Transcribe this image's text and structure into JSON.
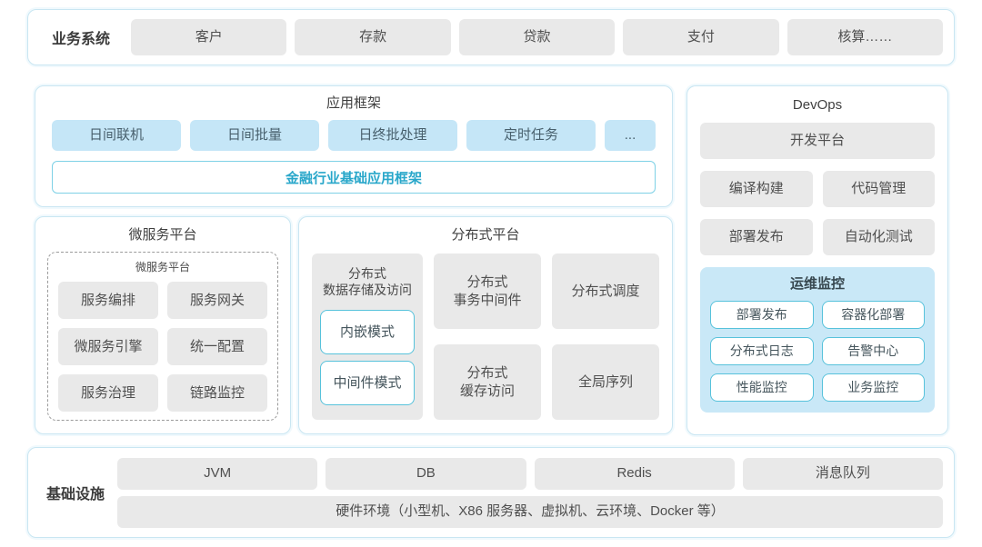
{
  "business_systems": {
    "label": "业务系统",
    "items": [
      "客户",
      "存款",
      "贷款",
      "支付",
      "核算……"
    ]
  },
  "app_framework": {
    "title": "应用框架",
    "modules": [
      "日间联机",
      "日间批量",
      "日终批处理",
      "定时任务",
      "..."
    ],
    "base_framework": "金融行业基础应用框架"
  },
  "microservice_platform": {
    "title": "微服务平台",
    "inner_label": "微服务平台",
    "items": [
      "服务编排",
      "服务网关",
      "微服务引擎",
      "统一配置",
      "服务治理",
      "链路监控"
    ]
  },
  "distributed_platform": {
    "title": "分布式平台",
    "storage": {
      "label": "分布式\n数据存储及访问",
      "modes": [
        "内嵌模式",
        "中间件模式"
      ]
    },
    "cells": [
      "分布式\n事务中间件",
      "分布式调度",
      "分布式\n缓存访问",
      "全局序列"
    ]
  },
  "devops": {
    "title": "DevOps",
    "dev_platform": "开发平台",
    "tools": [
      "编译构建",
      "代码管理",
      "部署发布",
      "自动化测试"
    ],
    "ops_monitor": {
      "title": "运维监控",
      "items": [
        "部署发布",
        "容器化部署",
        "分布式日志",
        "告警中心",
        "性能监控",
        "业务监控"
      ]
    }
  },
  "infrastructure": {
    "label": "基础设施",
    "items": [
      "JVM",
      "DB",
      "Redis",
      "消息队列"
    ],
    "hardware": "硬件环境（小型机、X86 服务器、虚拟机、云环境、Docker 等）"
  },
  "colors": {
    "panel_border": "#c9e6f2",
    "chip_gray": "#e9e9e9",
    "chip_blue": "#c5e6f7",
    "monitor_bg": "#c9e8f7",
    "teal_border": "#57c2db",
    "teal_text": "#29a7ca",
    "text": "#4a4a4a"
  }
}
